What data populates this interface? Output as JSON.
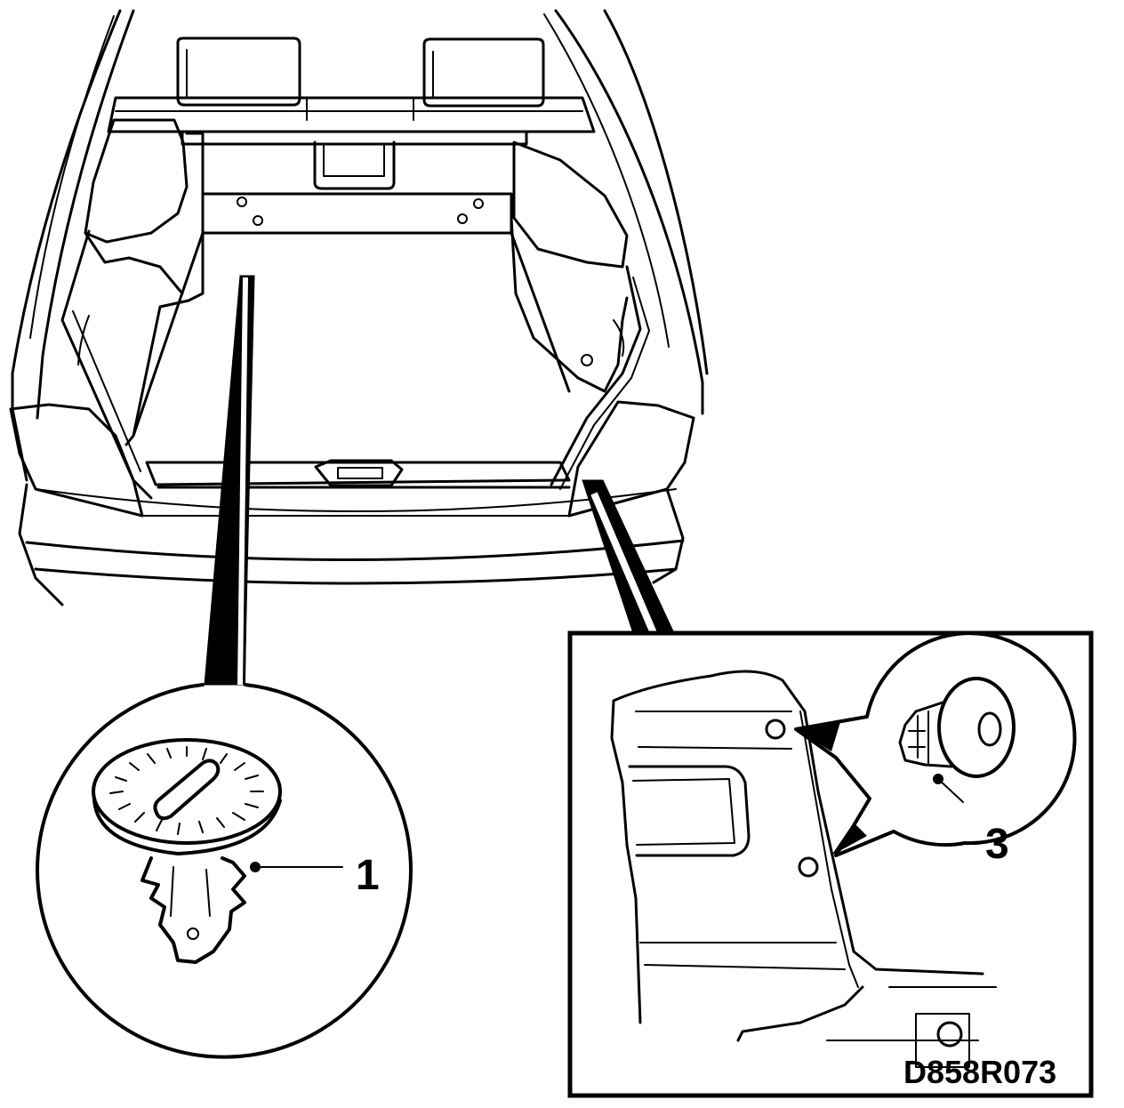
{
  "callouts": {
    "one": "1",
    "three": "3"
  },
  "figure_code": "D858R073"
}
